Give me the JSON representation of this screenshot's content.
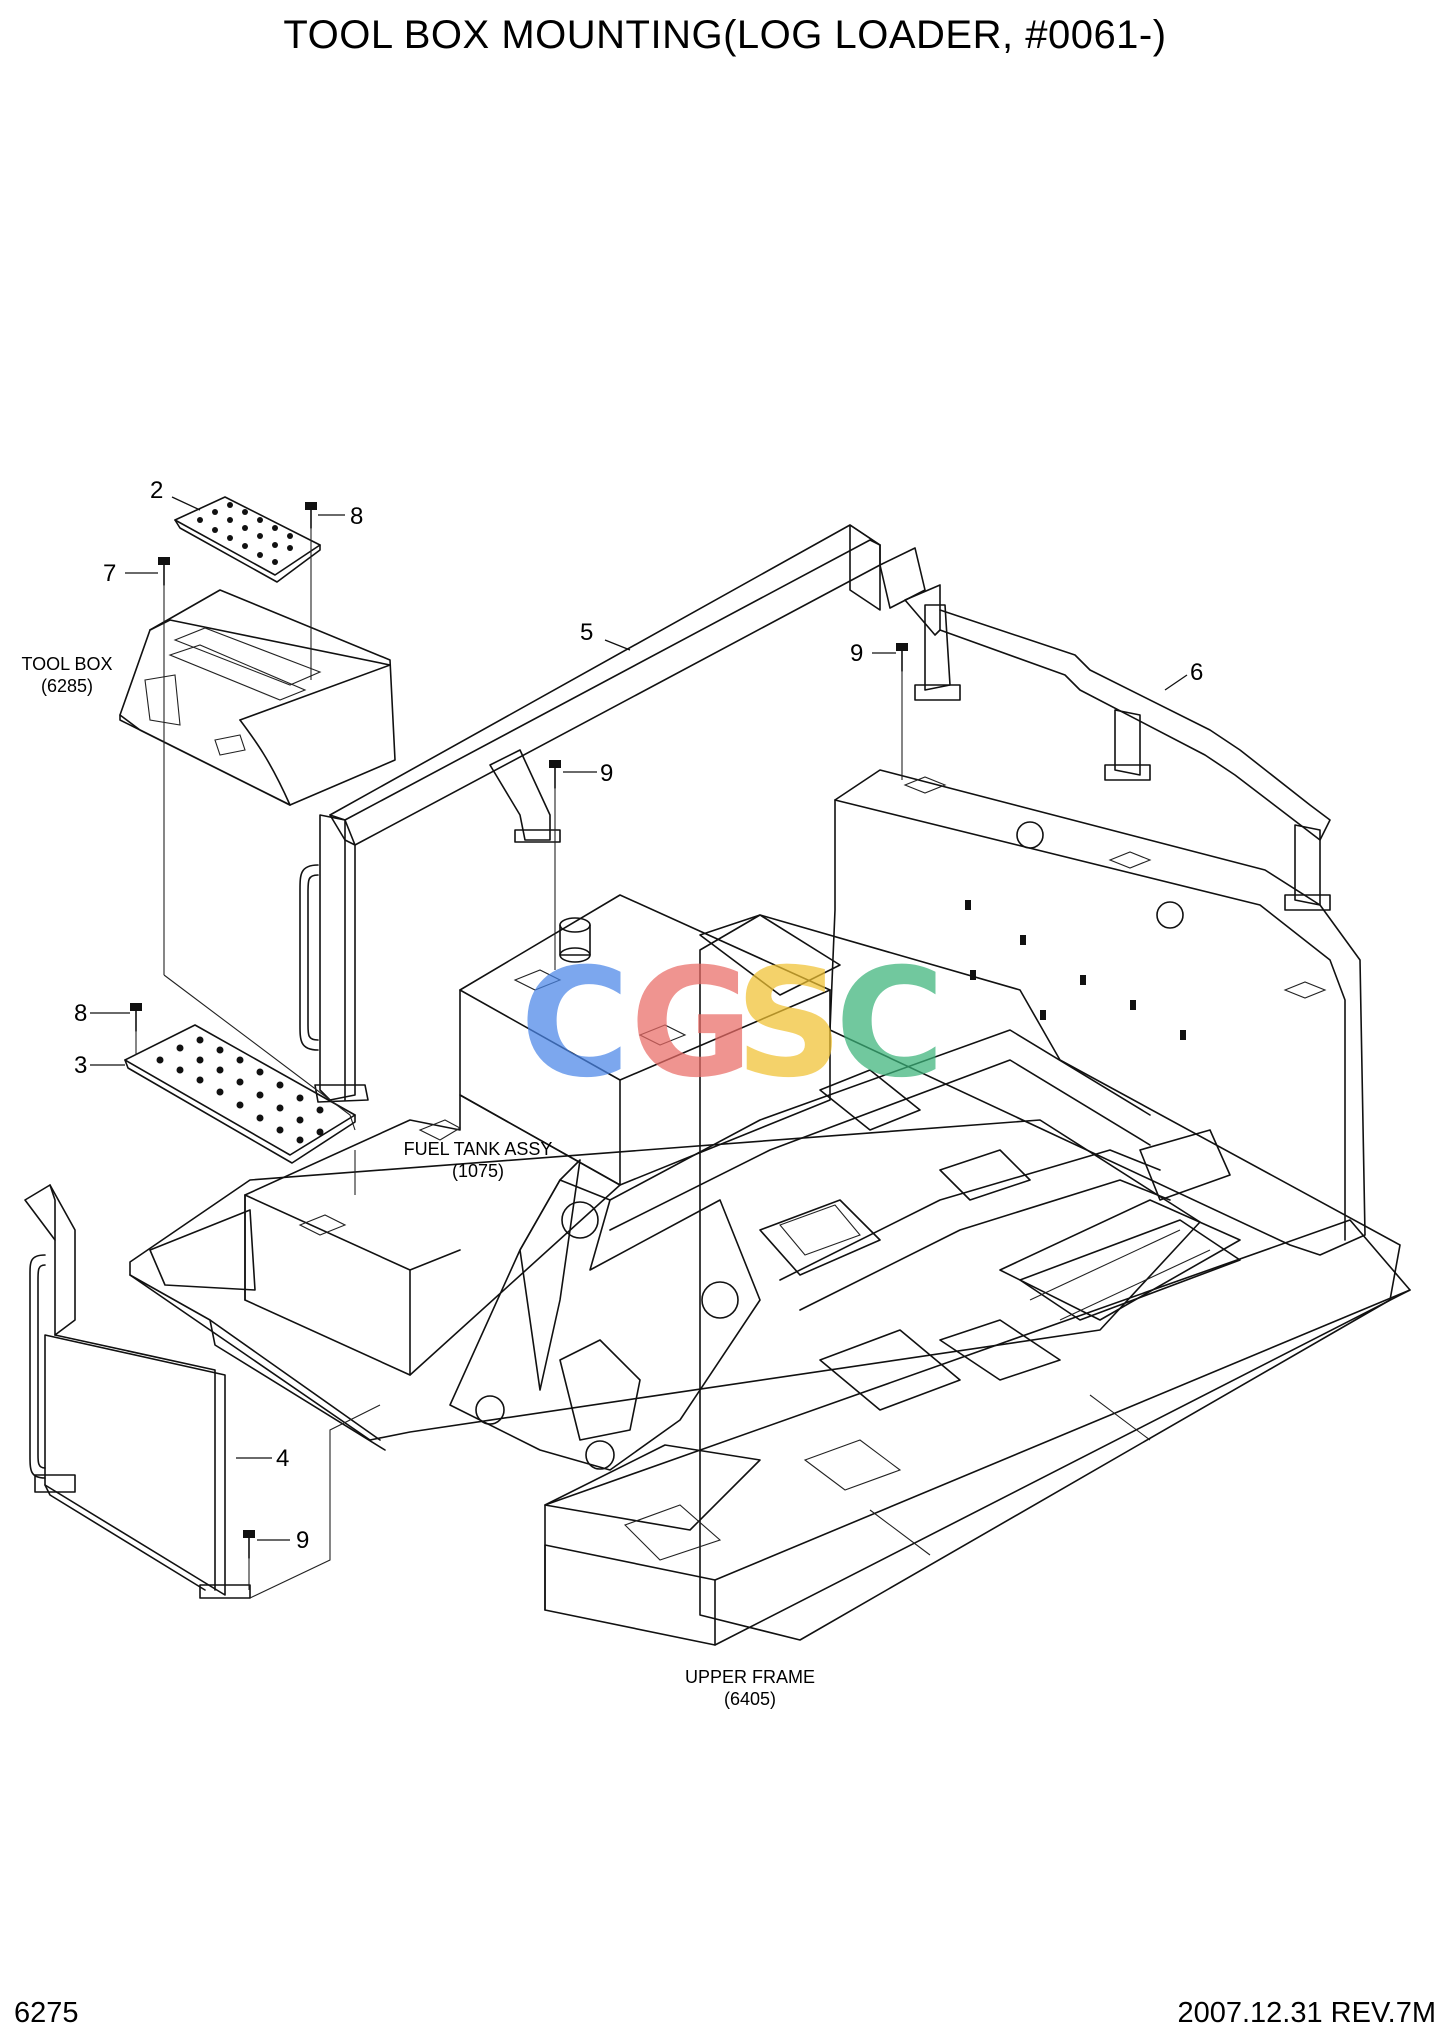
{
  "title": "TOOL BOX MOUNTING(LOG LOADER, #0061-)",
  "page_number": "6275",
  "revision": "2007.12.31 REV.7M",
  "labels": {
    "tool_box": {
      "name": "TOOL BOX",
      "ref": "(6285)"
    },
    "fuel_tank": {
      "name": "FUEL TANK ASSY",
      "ref": "(1075)"
    },
    "upper_frame": {
      "name": "UPPER FRAME",
      "ref": "(6405)"
    }
  },
  "callouts": [
    "2",
    "8",
    "7",
    "5",
    "9",
    "6",
    "9",
    "8",
    "3",
    "4",
    "9"
  ],
  "watermark": {
    "letters": [
      "C",
      "G",
      "S",
      "C"
    ],
    "colors": [
      "#4a86e8",
      "#ea6b66",
      "#f1c232",
      "#3bb37a"
    ]
  }
}
